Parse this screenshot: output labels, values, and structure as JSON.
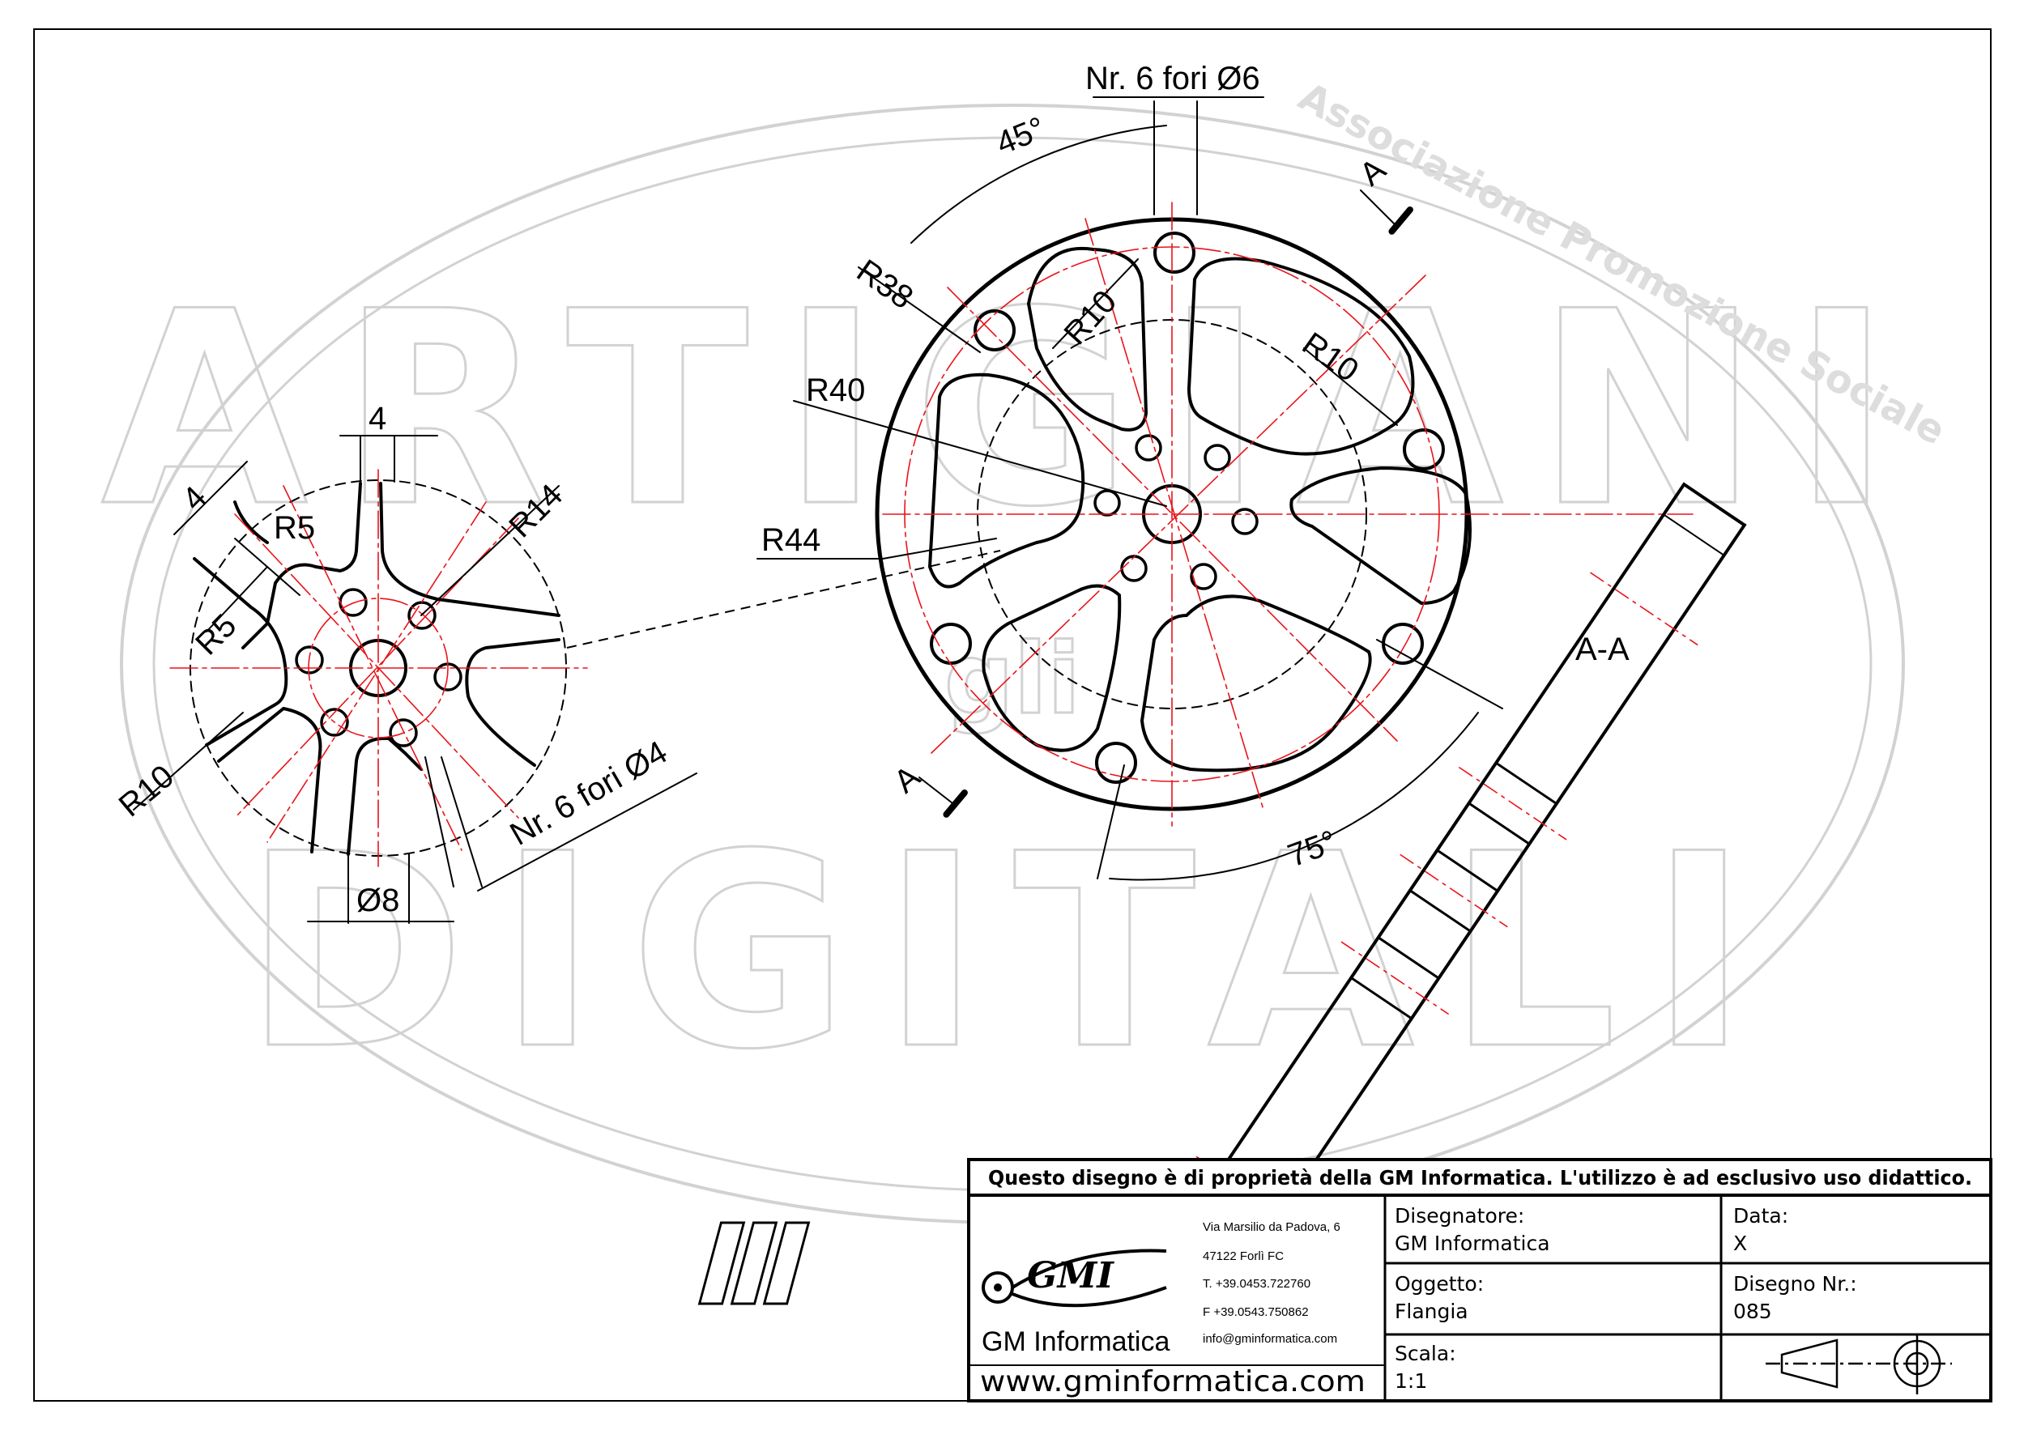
{
  "watermark": {
    "top_word": "ARTIGIANI",
    "bottom_word": "DIGITALI",
    "middle": "gli",
    "arc_text": "Associazione Promozione Sociale"
  },
  "small_view": {
    "dims": {
      "width_4_top": "4",
      "width_4_diag": "4",
      "r5_top": "R5",
      "r5_left": "R5",
      "r14": "R14",
      "r10": "R10",
      "holes": "Nr. 6 fori Ø4",
      "hub": "Ø8"
    }
  },
  "main_view": {
    "dims": {
      "holes": "Nr. 6 fori Ø6",
      "angle_45": "45°",
      "r38": "R38",
      "r10_a": "R10",
      "r10_b": "R10",
      "r40": "R40",
      "r44": "R44",
      "angle_75": "75°",
      "section_mark_top": "A",
      "section_mark_bottom": "A"
    }
  },
  "section_view": {
    "label": "A-A"
  },
  "title_block": {
    "notice": "Questo disegno è di proprietà della GM Informatica. L'utilizzo è ad esclusivo uso didattico.",
    "logo_text": "GMI",
    "company": "GM Informatica",
    "website": "www.gminformatica.com",
    "address_lines": [
      "Via Marsilio da Padova, 6",
      "47122  Forlì  FC",
      "T. +39.0453.722760",
      "F +39.0543.750862",
      "info@gminformatica.com"
    ],
    "designer_label": "Disegnatore:",
    "designer_value": "GM  Informatica",
    "date_label": "Data:",
    "date_value": "X",
    "object_label": "Oggetto:",
    "object_value": "Flangia",
    "drawing_no_label": "Disegno  Nr.:",
    "drawing_no_value": "085",
    "scale_label": "Scala:",
    "scale_value": "1:1"
  },
  "colors": {
    "line": "#000000",
    "centerline": "#e8141a",
    "watermark": "#d2d2d2"
  }
}
